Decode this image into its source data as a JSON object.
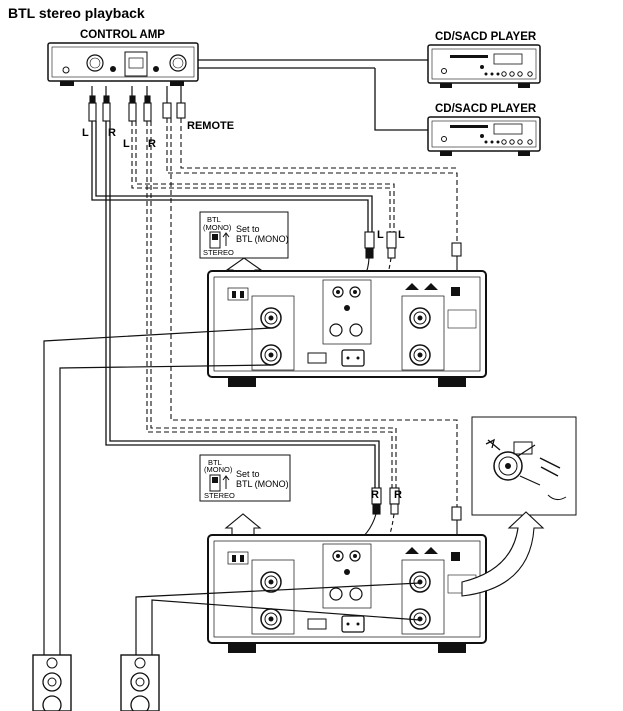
{
  "title": "BTL stereo playback",
  "devices": {
    "control_amp": "CONTROL AMP",
    "player_top": "CD/SACD PLAYER",
    "player_bottom": "CD/SACD PLAYER"
  },
  "labels": {
    "remote": "REMOTE",
    "amp_out_left": "L",
    "amp_out_right": "R",
    "amp_out2_left": "L",
    "amp_out2_right": "R",
    "upper_in_1": "L",
    "upper_in_2": "L",
    "lower_in_1": "R",
    "lower_in_2": "R"
  },
  "notes": {
    "upper": {
      "btl": "BTL",
      "mono": "(MONO)",
      "stereo": "STEREO",
      "set_line1": "Set to",
      "set_line2": "BTL (MONO)"
    },
    "lower": {
      "btl": "BTL",
      "mono": "(MONO)",
      "stereo": "STEREO",
      "set_line1": "Set to",
      "set_line2": "BTL (MONO)"
    }
  }
}
